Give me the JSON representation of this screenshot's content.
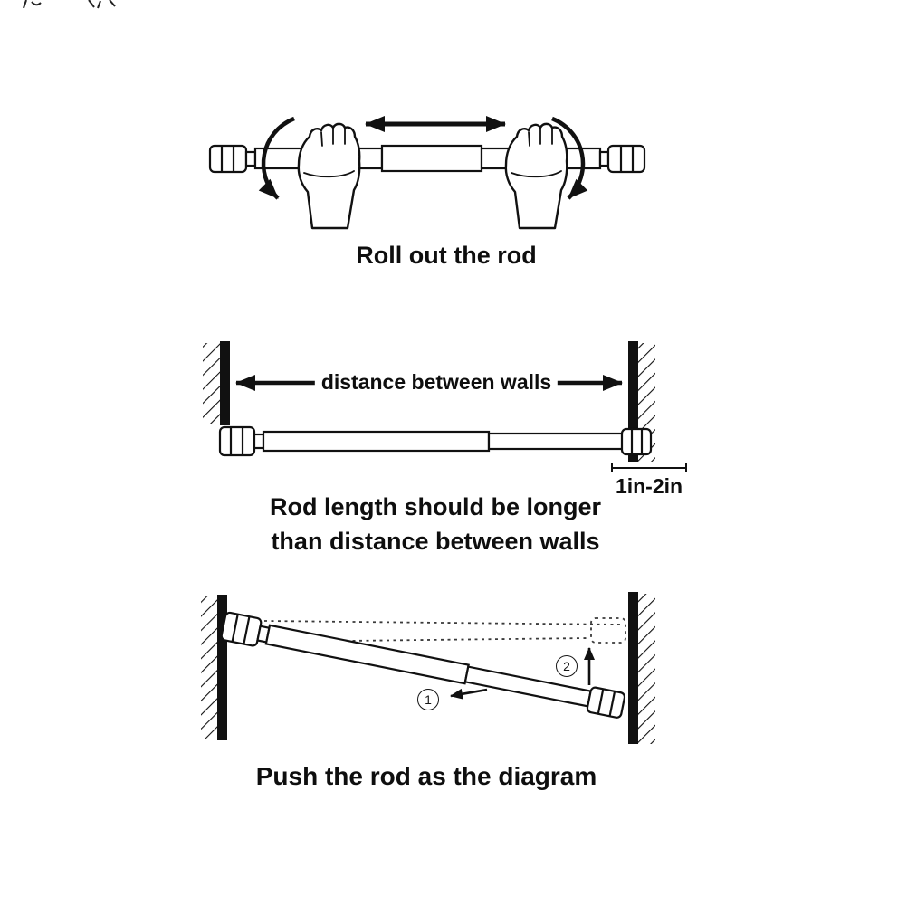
{
  "colors": {
    "ink": "#111111",
    "background": "#ffffff"
  },
  "panels": {
    "roll": {
      "caption": "Roll out the rod"
    },
    "measure": {
      "distance_label": "distance between walls",
      "overlap_label": "1in-2in",
      "caption_line1": "Rod length should be longer",
      "caption_line2": "than distance between walls"
    },
    "install": {
      "step1": "1",
      "step2": "2",
      "caption": "Push the rod as the diagram"
    }
  }
}
